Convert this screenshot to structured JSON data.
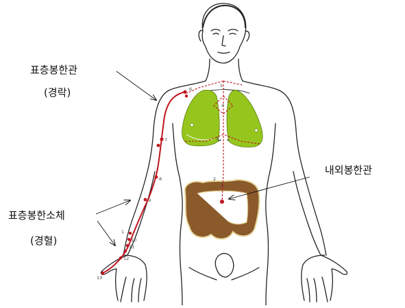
{
  "labels": {
    "meridian_title": "표층봉한관",
    "meridian_sub": "(경락)",
    "inner_title": "내외봉한관",
    "acupoint_title": "표층봉한소체",
    "acupoint_sub": "(경혈)"
  },
  "point_numbers": [
    "1",
    "2",
    "3",
    "4",
    "5",
    "6",
    "7",
    "8",
    "9",
    "10",
    "11",
    "12",
    "13",
    "1",
    "2",
    "3",
    "4"
  ],
  "colors": {
    "meridian_line": "#c0141c",
    "lungs": "#96c61e",
    "intestine": "#8b5a2b",
    "outline": "#222222"
  }
}
